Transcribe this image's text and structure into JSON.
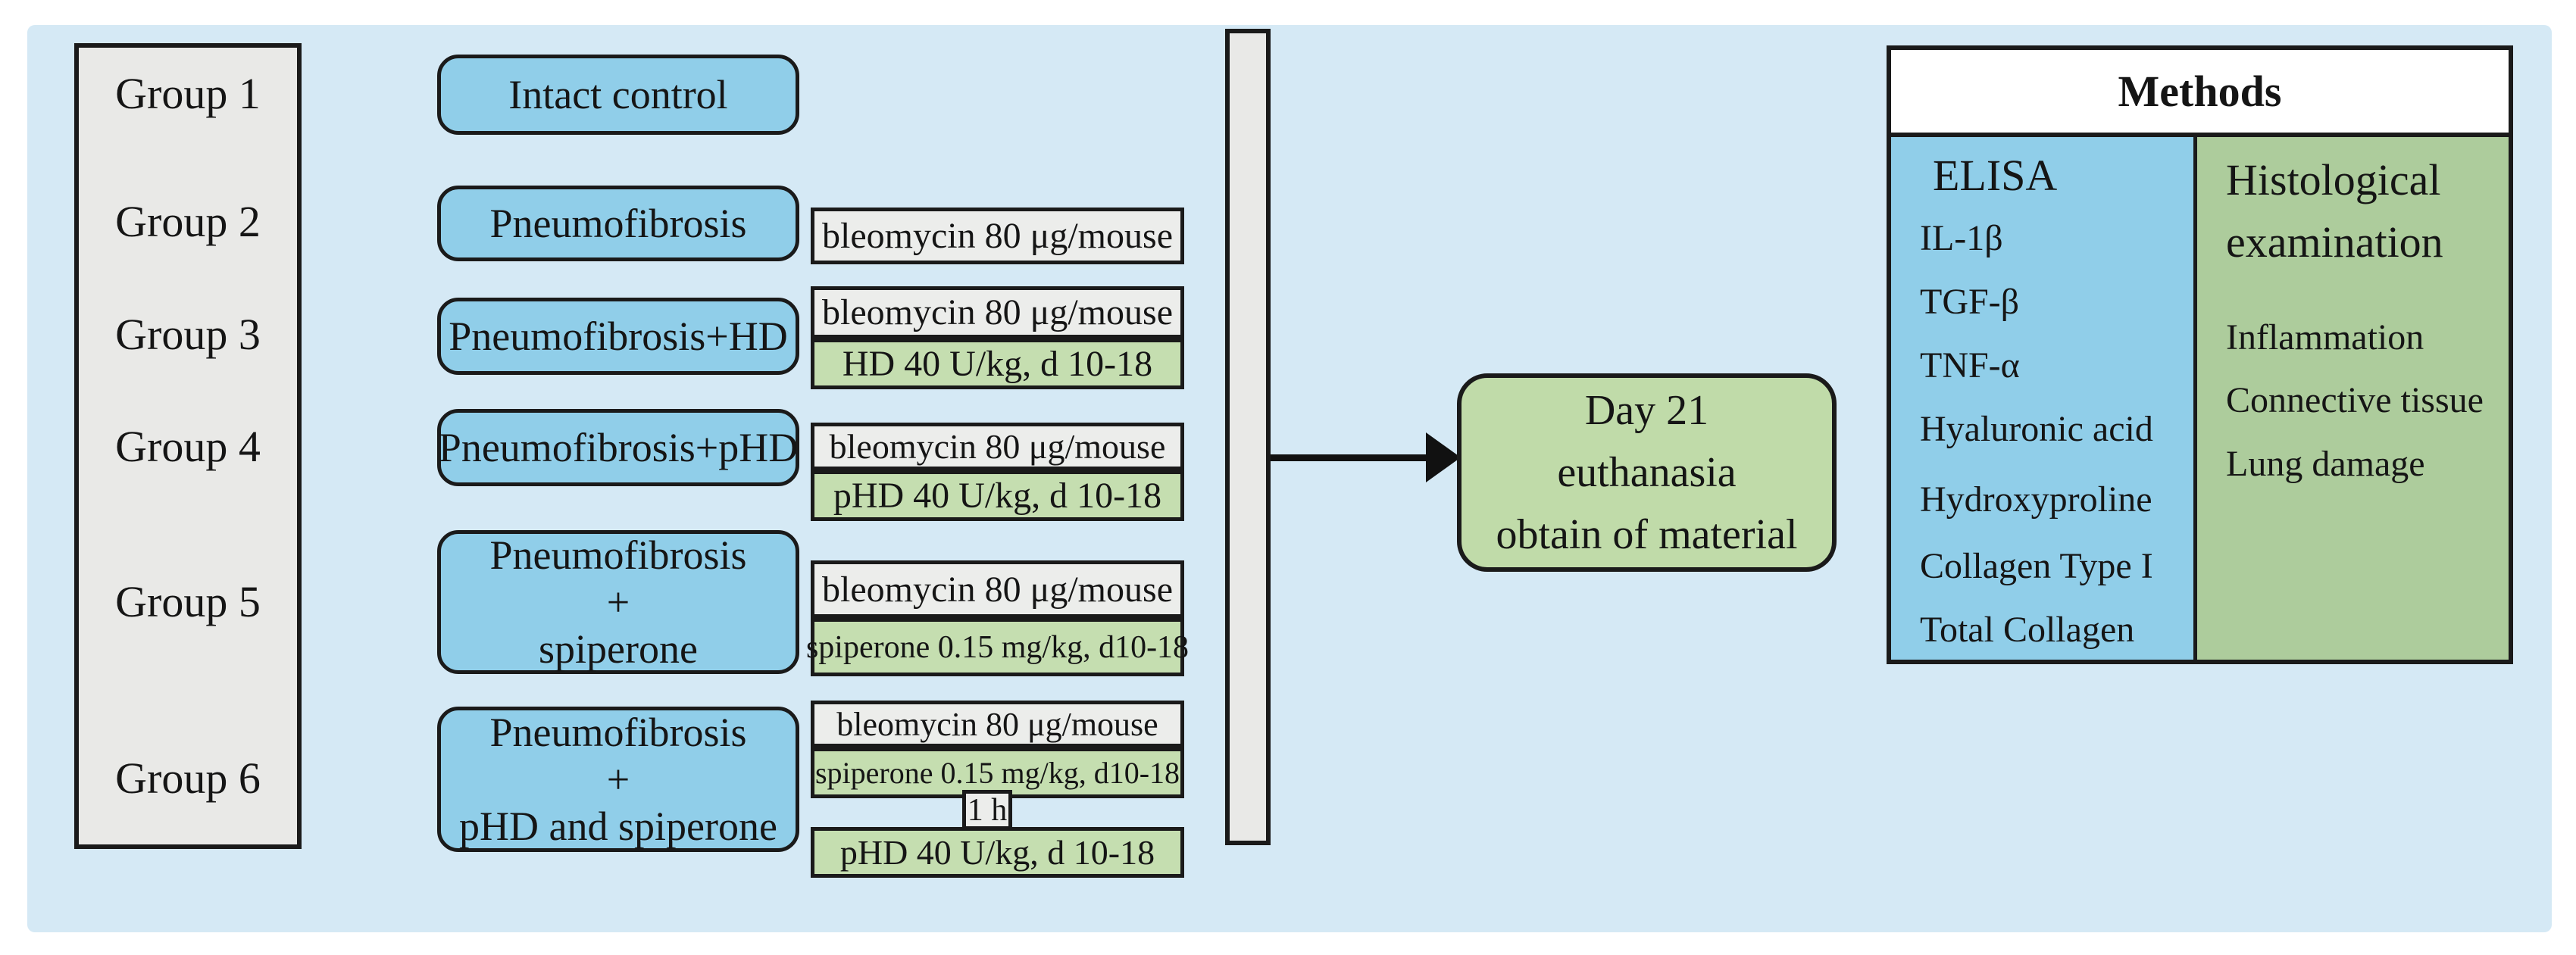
{
  "colors": {
    "panel_background": "#d5e9f5",
    "condition_blue": "#90cee9",
    "treatment_green": "#c5deb0",
    "endpoint_green": "#c0dba9",
    "histology_green": "#adcc9c",
    "neutral_gray": "#e9e9e7",
    "line_black": "#1a1a1a"
  },
  "groups": [
    {
      "label": "Group 1",
      "condition": "Intact control",
      "treatments": []
    },
    {
      "label": "Group 2",
      "condition": "Pneumofibrosis",
      "treatments": [
        {
          "text": "bleomycin 80 μg/mouse",
          "type": "gray"
        }
      ]
    },
    {
      "label": "Group 3",
      "condition": "Pneumofibrosis+HD",
      "treatments": [
        {
          "text": "bleomycin 80 μg/mouse",
          "type": "gray"
        },
        {
          "text": "HD 40 U/kg, d 10-18",
          "type": "green"
        }
      ]
    },
    {
      "label": "Group 4",
      "condition": "Pneumofibrosis+pHD",
      "treatments": [
        {
          "text": "bleomycin 80 μg/mouse",
          "type": "gray"
        },
        {
          "text": "pHD 40 U/kg, d 10-18",
          "type": "green"
        }
      ]
    },
    {
      "label": "Group 5",
      "condition": "Pneumofibrosis\n+\nspiperone",
      "treatments": [
        {
          "text": "bleomycin 80 μg/mouse",
          "type": "gray"
        },
        {
          "text": "spiperone 0.15 mg/kg, d10-18",
          "type": "green"
        }
      ]
    },
    {
      "label": "Group 6",
      "condition": "Pneumofibrosis\n+\npHD and spiperone",
      "treatments": [
        {
          "text": "bleomycin 80 μg/mouse",
          "type": "gray"
        },
        {
          "text": "spiperone 0.15 mg/kg, d10-18",
          "type": "green"
        },
        {
          "text": "1 h",
          "type": "delay"
        },
        {
          "text": "pHD 40 U/kg, d 10-18",
          "type": "green"
        }
      ]
    }
  ],
  "endpoint": {
    "text": "Day 21\neuthanasia\nobtain of material"
  },
  "methods": {
    "title": "Methods",
    "elisa": {
      "heading": "ELISA",
      "items": [
        "IL-1β",
        "TGF-β",
        "TNF-α",
        "Hyaluronic acid",
        "Hydroxyproline",
        "Collagen Type I",
        "Total Collagen"
      ]
    },
    "histology": {
      "heading": "Histological\nexamination",
      "items": [
        "Inflammation",
        "Connective tissue",
        "Lung damage"
      ]
    }
  }
}
